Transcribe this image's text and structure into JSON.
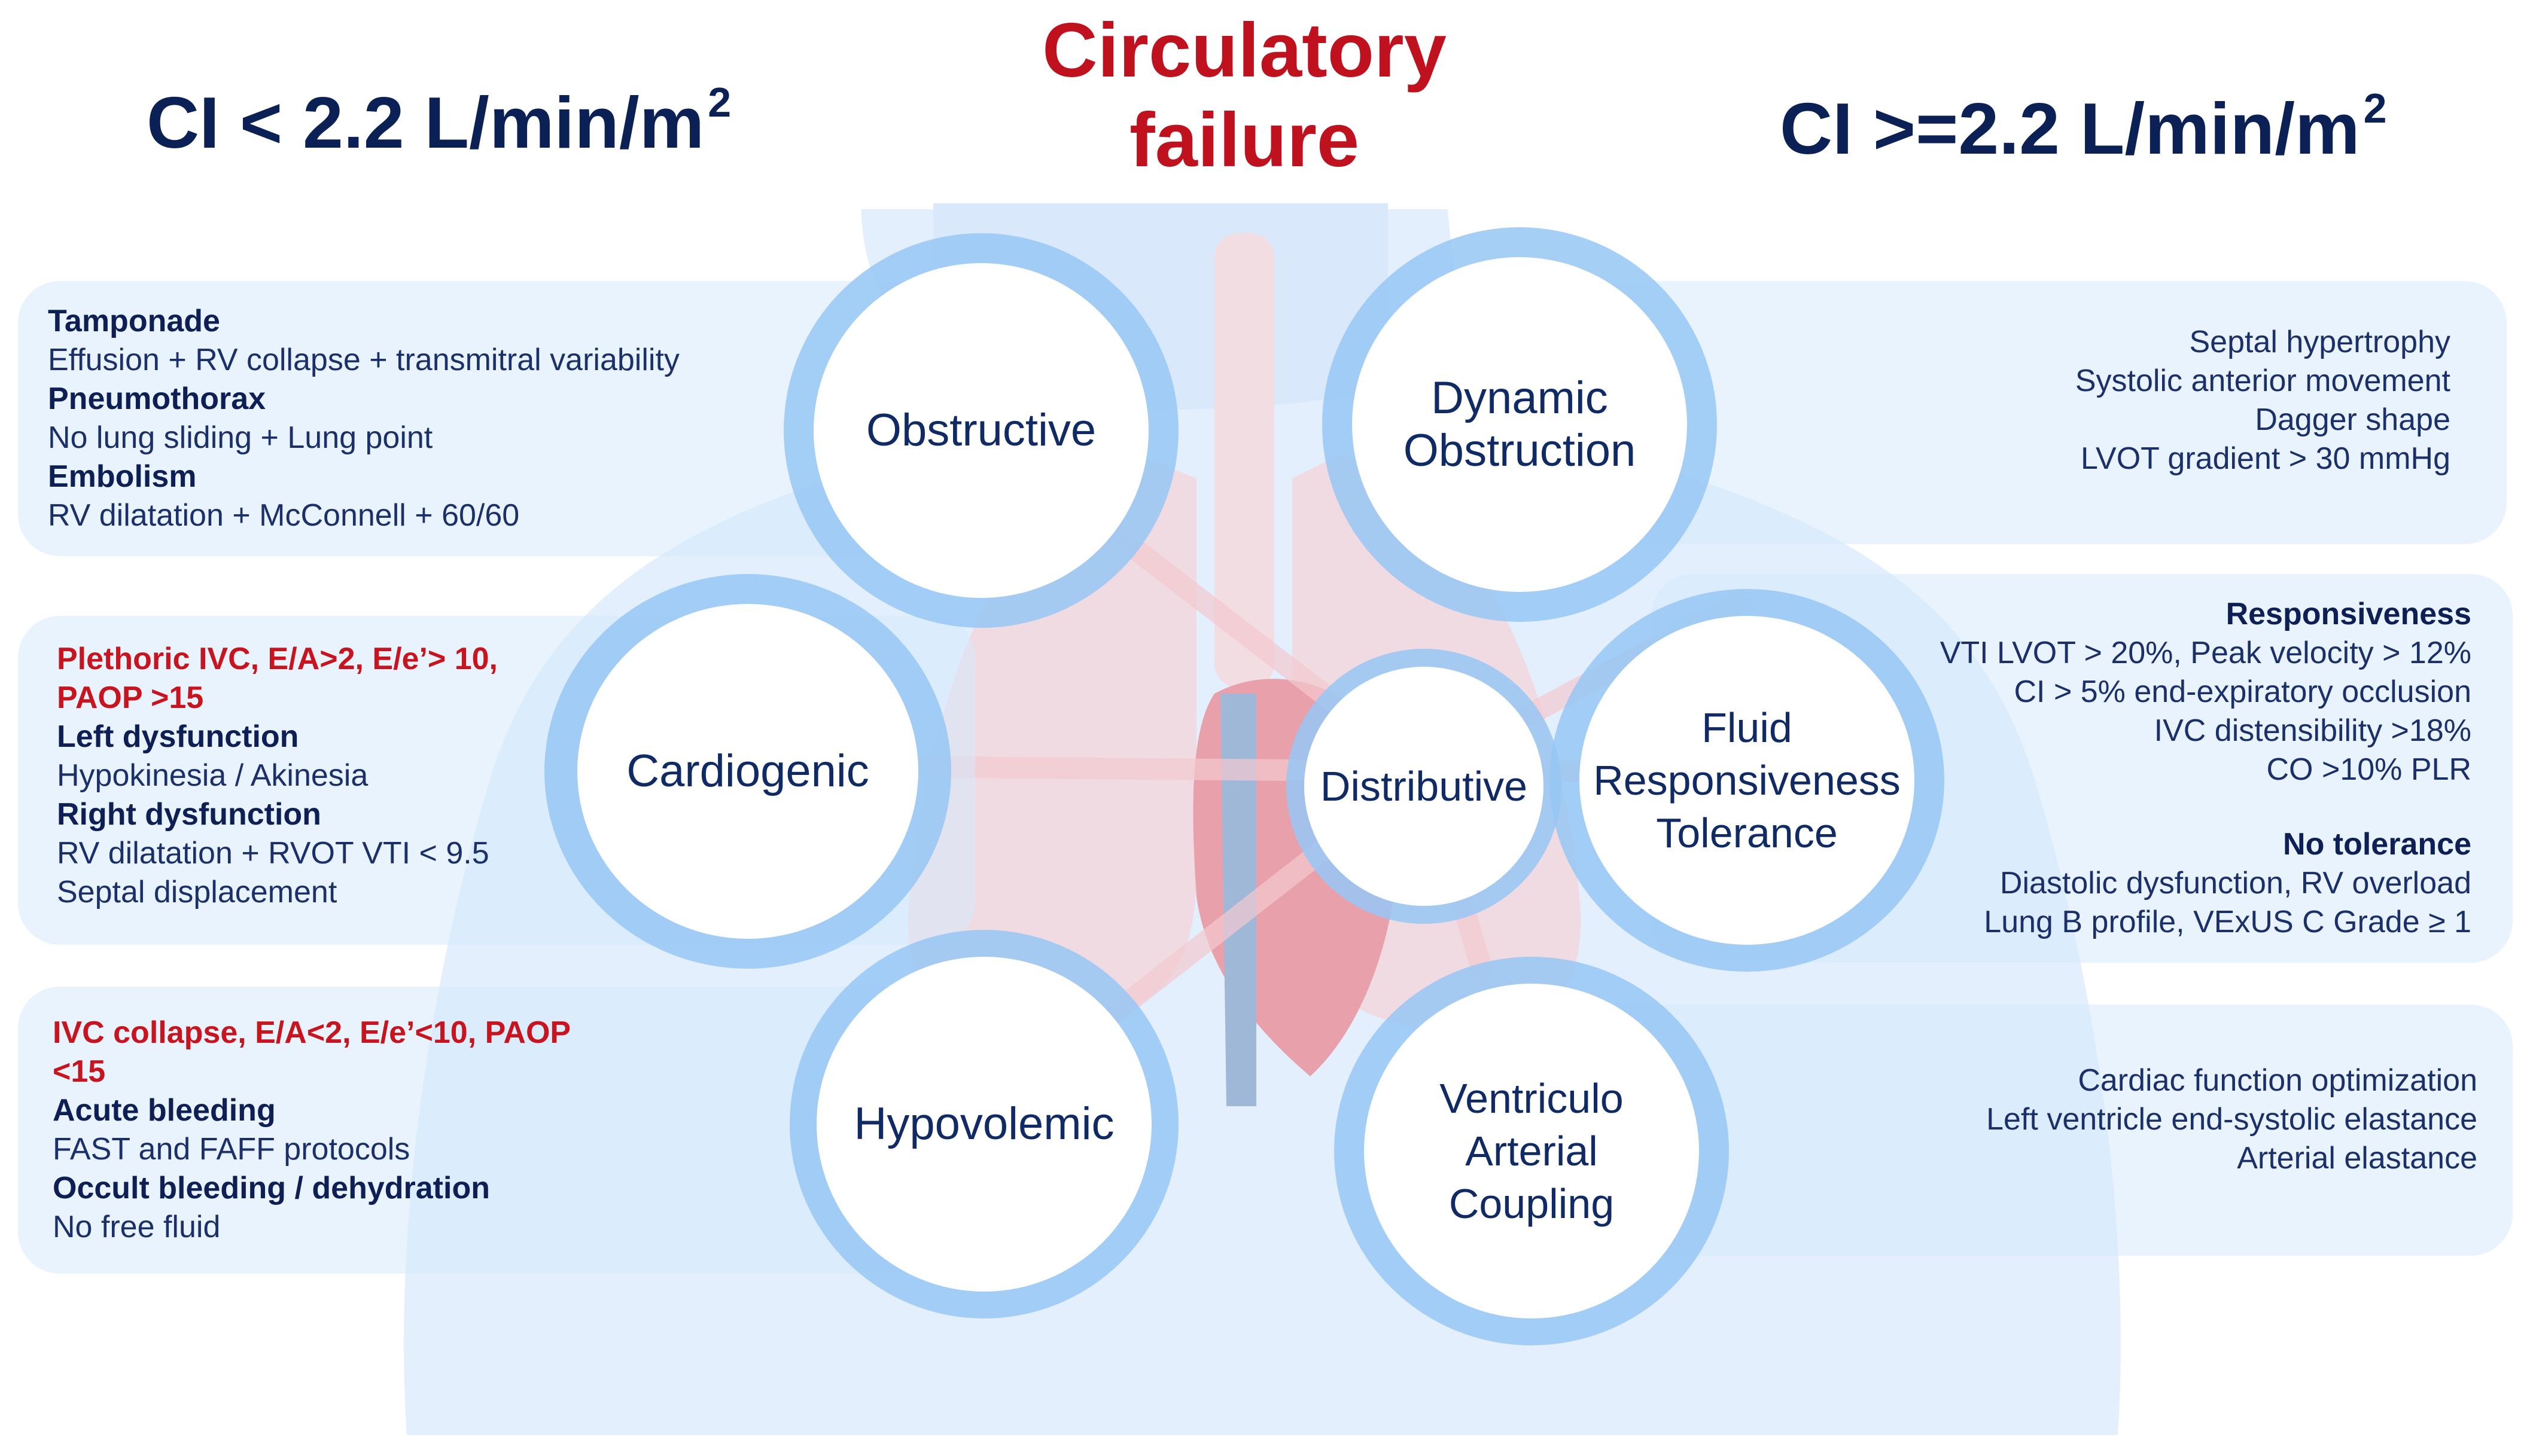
{
  "title": {
    "line1": "Circulatory",
    "line2": "failure"
  },
  "left_header": {
    "text": "CI < 2.2 L/min/m",
    "superscript": "2"
  },
  "right_header": {
    "text": "CI >=2.2 L/min/m",
    "superscript": "2"
  },
  "circles": {
    "obstructive": [
      "Obstructive"
    ],
    "dynamic_obstruction": [
      "Dynamic",
      "Obstruction"
    ],
    "cardiogenic": [
      "Cardiogenic"
    ],
    "distributive": [
      "Distributive"
    ],
    "fluid": [
      "Fluid",
      "Responsiveness",
      "Tolerance"
    ],
    "hypovolemic": [
      "Hypovolemic"
    ],
    "ventriculo": [
      "Ventriculo",
      "Arterial",
      "Coupling"
    ]
  },
  "panels": {
    "obstructive": [
      {
        "style": "h",
        "text": "Tamponade"
      },
      {
        "style": "n",
        "text": "Effusion + RV collapse + transmitral variability"
      },
      {
        "style": "h",
        "text": "Pneumothorax"
      },
      {
        "style": "n",
        "text": "No lung sliding + Lung point"
      },
      {
        "style": "h",
        "text": "Embolism"
      },
      {
        "style": "n",
        "text": "RV dilatation + McConnell + 60/60"
      }
    ],
    "cardiogenic": [
      {
        "style": "red",
        "text": "Plethoric IVC, E/A>2, E/e’> 10, PAOP >15"
      },
      {
        "style": "h",
        "text": "Left dysfunction"
      },
      {
        "style": "n",
        "text": "Hypokinesia / Akinesia"
      },
      {
        "style": "h",
        "text": "Right dysfunction"
      },
      {
        "style": "n",
        "text": "RV dilatation + RVOT VTI < 9.5"
      },
      {
        "style": "n",
        "text": "Septal displacement"
      }
    ],
    "hypovolemic": [
      {
        "style": "red",
        "text": "IVC collapse, E/A<2, E/e’<10, PAOP <15"
      },
      {
        "style": "h",
        "text": "Acute bleeding"
      },
      {
        "style": "n",
        "text": "FAST and FAFF protocols"
      },
      {
        "style": "h",
        "text": "Occult bleeding / dehydration"
      },
      {
        "style": "n",
        "text": "No free fluid"
      }
    ],
    "dynamic_obstruction": [
      {
        "style": "n",
        "text": "Septal hypertrophy"
      },
      {
        "style": "n",
        "text": "Systolic anterior movement"
      },
      {
        "style": "n",
        "text": "Dagger shape"
      },
      {
        "style": "n",
        "text": "LVOT gradient > 30 mmHg"
      }
    ],
    "fluid": [
      {
        "style": "h",
        "text": "Responsiveness"
      },
      {
        "style": "n",
        "text": "VTI LVOT > 20%, Peak velocity  > 12%"
      },
      {
        "style": "n",
        "text": "CI > 5% end-expiratory occlusion"
      },
      {
        "style": "n",
        "text": "IVC distensibility >18%"
      },
      {
        "style": "n",
        "text": "CO >10% PLR"
      },
      {
        "style": "gap",
        "text": ""
      },
      {
        "style": "h",
        "text": "No tolerance"
      },
      {
        "style": "n",
        "text": "Diastolic dysfunction,  RV overload"
      },
      {
        "style": "n",
        "text": "Lung B profile, VExUS C Grade ≥ 1"
      }
    ],
    "ventriculo": [
      {
        "style": "n",
        "text": "Cardiac function  optimization"
      },
      {
        "style": "n",
        "text": "Left ventricle  end-systolic  elastance"
      },
      {
        "style": "n",
        "text": "Arterial elastance"
      }
    ]
  },
  "colors": {
    "title_red": "#c0111f",
    "header_navy": "#0b2156",
    "ring_blue": "#96c7f5"
  }
}
